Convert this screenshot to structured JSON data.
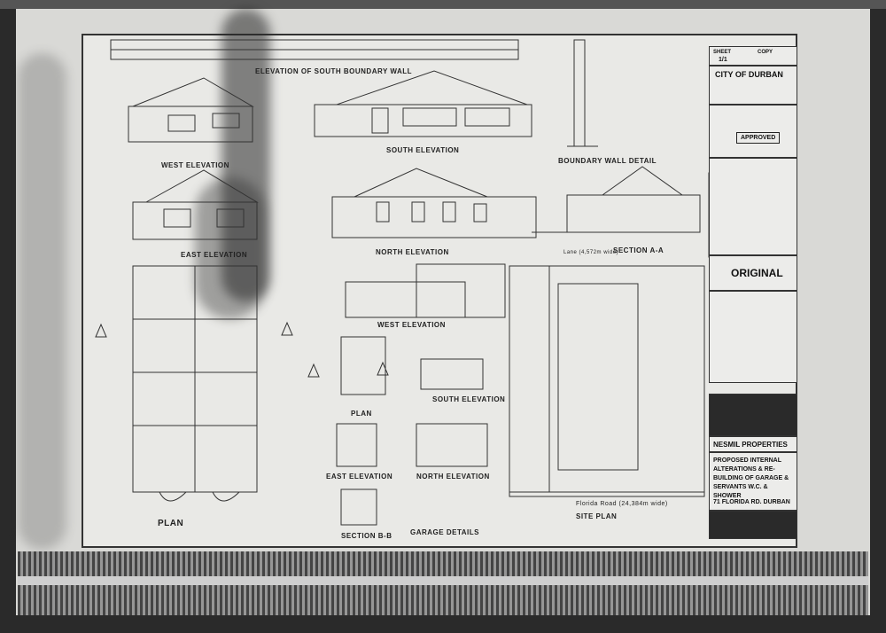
{
  "sheet": {
    "title_elevation_boundary": "ELEVATION OF SOUTH BOUNDARY WALL",
    "west_elevation_1": "WEST ELEVATION",
    "south_elevation": "SOUTH ELEVATION",
    "east_elevation": "EAST ELEVATION",
    "north_elevation": "NORTH ELEVATION",
    "boundary_wall_detail": "BOUNDARY WALL DETAIL",
    "section_a_a": "SECTION A-A",
    "lane": "Lane (4,572m wide)",
    "west_elevation_2": "WEST ELEVATION",
    "plan_1": "PLAN",
    "south_elevation_2": "SOUTH ELEVATION",
    "east_elevation_2": "EAST ELEVATION",
    "north_elevation_2": "NORTH ELEVATION",
    "section_b_b": "SECTION B-B",
    "garage_details": "GARAGE DETAILS",
    "plan_main": "PLAN",
    "road": "Florida Road (24,384m wide)",
    "site_plan": "SITE PLAN"
  },
  "title_block": {
    "sheet_label": "SHEET",
    "sheet_value": "1/1",
    "copy_label": "COPY",
    "city": "CITY OF DURBAN",
    "stamp_label": "APPROVED",
    "original": "ORIGINAL",
    "client": "NESMIL PROPERTIES",
    "project": "PROPOSED INTERNAL ALTERATIONS & RE-BUILDING OF GARAGE & SERVANTS W.C. & SHOWER",
    "address": "71 FLORIDA RD. DURBAN"
  },
  "colors": {
    "paper": "#e9e9e6",
    "ink": "#222222",
    "scan_dark": "#2a2a2a"
  }
}
